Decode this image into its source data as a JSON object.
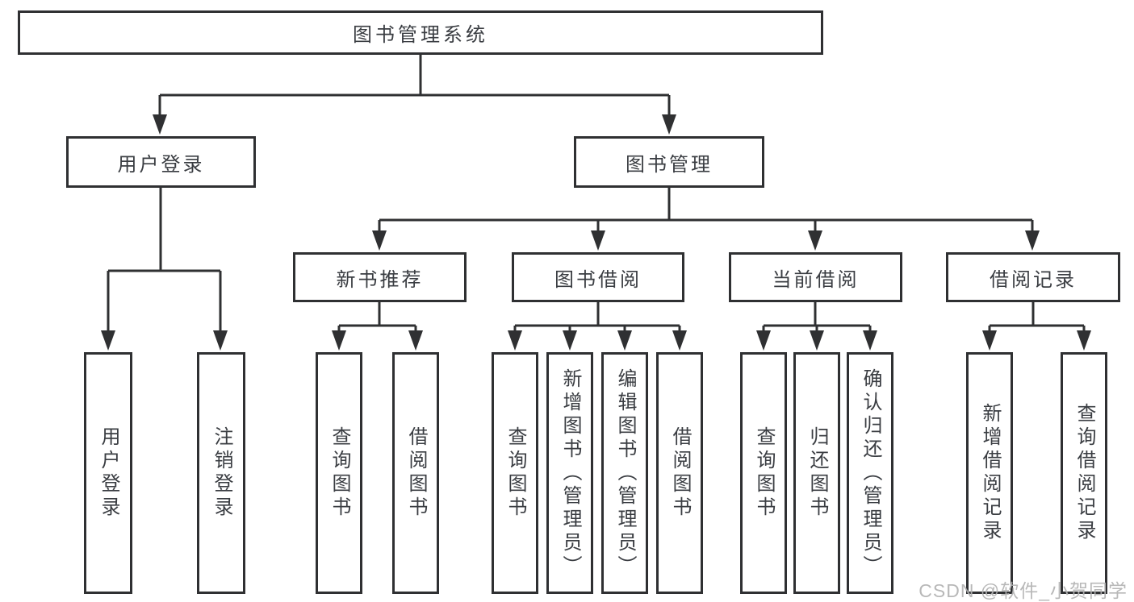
{
  "diagram_title": "图书管理系统",
  "colors": {
    "line": "#2f3032",
    "box_border": "#2f3032",
    "text": "#3a3d42",
    "background": "#ffffff",
    "watermark": "#b2b2b2"
  },
  "tree": {
    "root": "图书管理系统",
    "branches": [
      {
        "label": "用户登录",
        "leaves": [
          "用户登录",
          "注销登录"
        ]
      },
      {
        "label": "图书管理",
        "groups": [
          {
            "label": "新书推荐",
            "leaves": [
              "查询图书",
              "借阅图书"
            ]
          },
          {
            "label": "图书借阅",
            "leaves": [
              "查询图书",
              "新增图书（管理员）",
              "编辑图书（管理员）",
              "借阅图书"
            ]
          },
          {
            "label": "当前借阅",
            "leaves": [
              "查询图书",
              "归还图书",
              "确认归还（管理员）"
            ]
          },
          {
            "label": "借阅记录",
            "leaves": [
              "新增借阅记录",
              "查询借阅记录"
            ]
          }
        ]
      }
    ]
  },
  "watermark": {
    "text": "CSDN @软件_小贺同学"
  }
}
